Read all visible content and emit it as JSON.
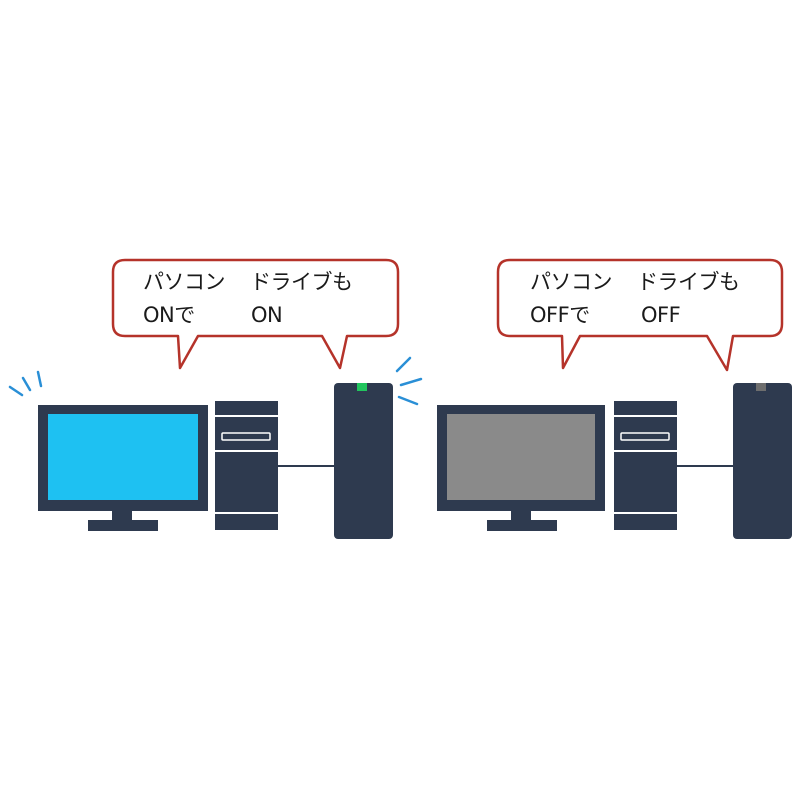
{
  "colors": {
    "device": "#2e3a4f",
    "bubble_border": "#b5332a",
    "screen_on": "#1ec1f2",
    "screen_off": "#8a8a8a",
    "led_on": "#22c55e",
    "led_off": "#6e6e6e",
    "activity_lines": "#2a8fd6",
    "cable": "#2e3a4f"
  },
  "panels": [
    {
      "state": "on",
      "pc_line1": "パソコン",
      "pc_line2": "ONで",
      "drive_line1": "ドライブも",
      "drive_line2": "ON"
    },
    {
      "state": "off",
      "pc_line1": "パソコン",
      "pc_line2": "OFFで",
      "drive_line1": "ドライブも",
      "drive_line2": "OFF"
    }
  ]
}
